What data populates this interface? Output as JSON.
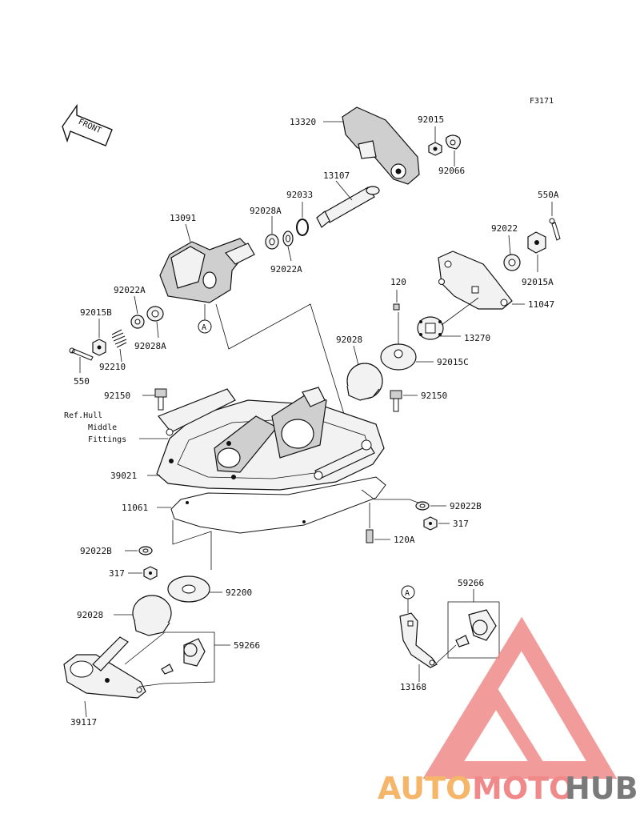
{
  "figure_code": "F3171",
  "front_label": "FRONT",
  "ref_note": {
    "line1": "Ref.Hull",
    "line2": "Middle",
    "line3": "Fittings"
  },
  "callout_letter": "A",
  "part_numbers": {
    "p13320": "13320",
    "p92015": "92015",
    "p92066": "92066",
    "p13107": "13107",
    "p92033": "92033",
    "p92028A_top": "92028A",
    "p92022A_top": "92022A",
    "p13091": "13091",
    "p550A": "550A",
    "p92022": "92022",
    "p92015A": "92015A",
    "p11047": "11047",
    "p120": "120",
    "p13270": "13270",
    "p92022A_left": "92022A",
    "p92015B": "92015B",
    "p92028A_left": "92028A",
    "p92210": "92210",
    "p550": "550",
    "p92028_mid": "92028",
    "p92015C": "92015C",
    "p92150_left": "92150",
    "p92150_right": "92150",
    "p39021": "39021",
    "p11061": "11061",
    "p92022B_right": "92022B",
    "p317_right": "317",
    "p120A": "120A",
    "p92022B_left": "92022B",
    "p317_left": "317",
    "p92200": "92200",
    "p92028_low": "92028",
    "p59266_left": "59266",
    "p39117": "39117",
    "p59266_right": "59266",
    "p13168": "13168"
  },
  "watermark": {
    "part1": "AUTO",
    "part2": "MOTO",
    "part3": "HUB",
    "color1": "#f5b66a",
    "color2": "#f08a8a",
    "color3": "#7a7a7a",
    "logo_color": "#f08a8a"
  }
}
